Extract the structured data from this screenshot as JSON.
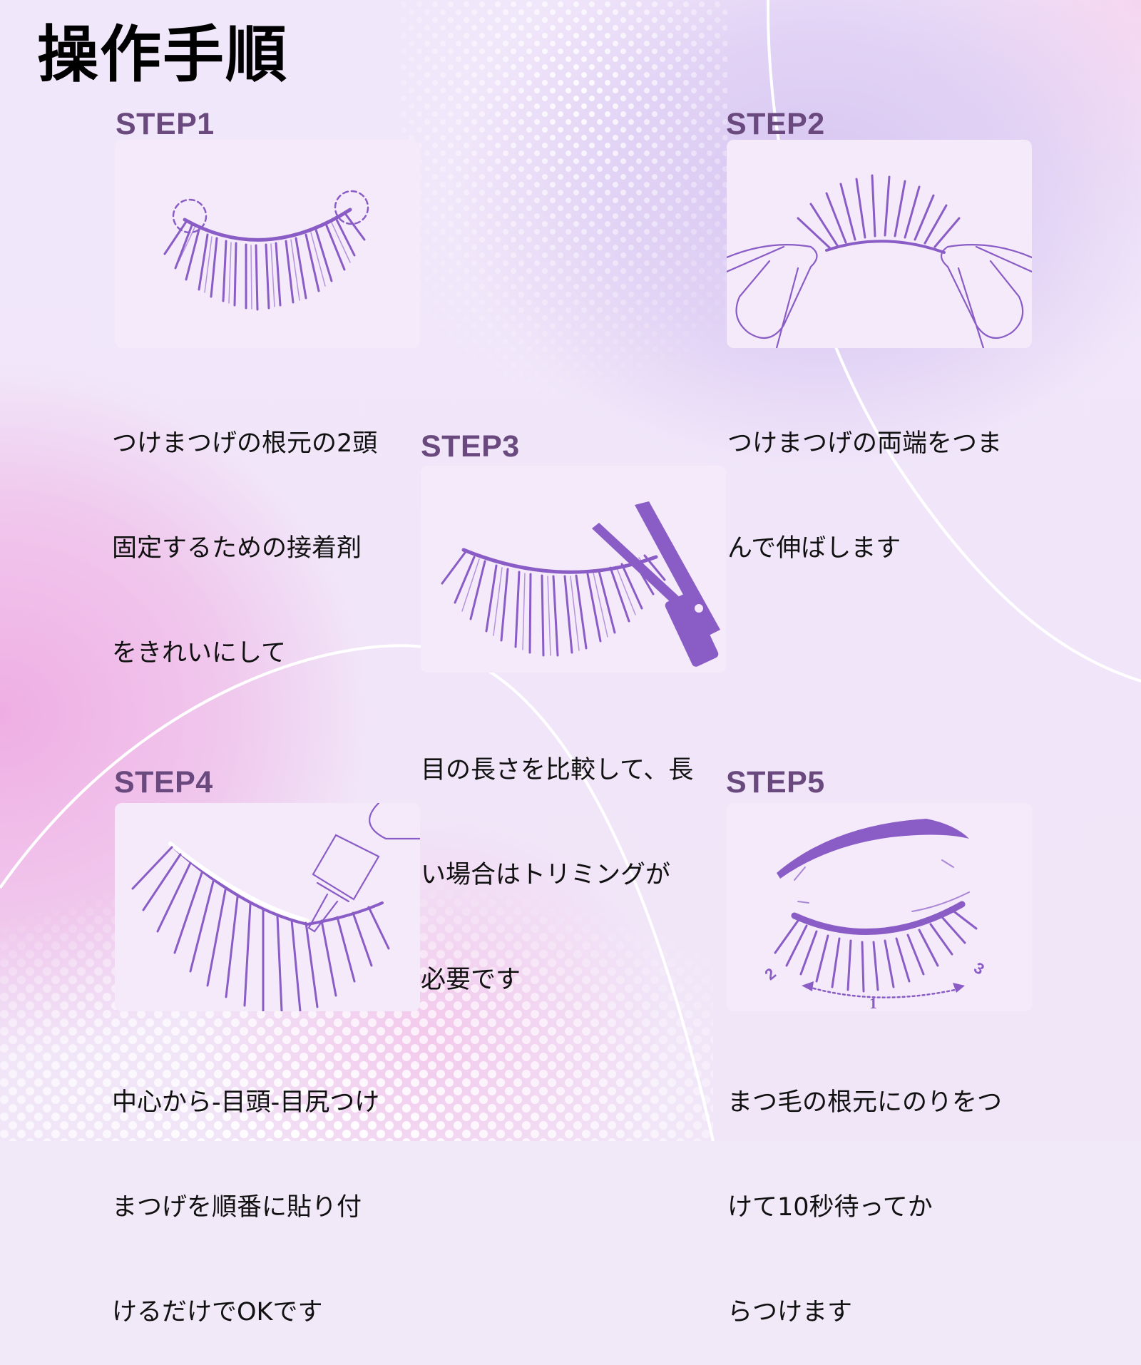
{
  "page": {
    "title": "操作手順",
    "colors": {
      "step_label": "#6a4a7e",
      "illustration": "#8a5cc6",
      "card_bg": "#f4eafa",
      "text": "#111111"
    }
  },
  "steps": [
    {
      "label": "STEP1",
      "illustration": "false-eyelash-with-dashed-circles-icon",
      "lines": [
        "つけまつげの根元の2頭",
        "固定するための接着剤",
        "をきれいにして"
      ]
    },
    {
      "label": "STEP2",
      "illustration": "fingers-stretching-eyelash-icon",
      "lines": [
        "つけまつげの両端をつま",
        "んで伸ばします"
      ]
    },
    {
      "label": "STEP3",
      "illustration": "scissors-trimming-eyelash-icon",
      "lines": [
        "目の長さを比較して、長",
        "い場合はトリミングが",
        "必要です"
      ]
    },
    {
      "label": "STEP4",
      "illustration": "glue-bottle-applying-to-eyelash-icon",
      "lines": [
        "中心から-目頭-目尻つけ",
        "まつげを順番に貼り付",
        "けるだけでOKです"
      ]
    },
    {
      "label": "STEP5",
      "illustration": "closed-eye-with-eyelash-order-icon",
      "order_labels": [
        "1",
        "2",
        "3"
      ],
      "lines": [
        "まつ毛の根元にのりをつ",
        "けて10秒待ってか",
        "らつけます"
      ]
    }
  ]
}
